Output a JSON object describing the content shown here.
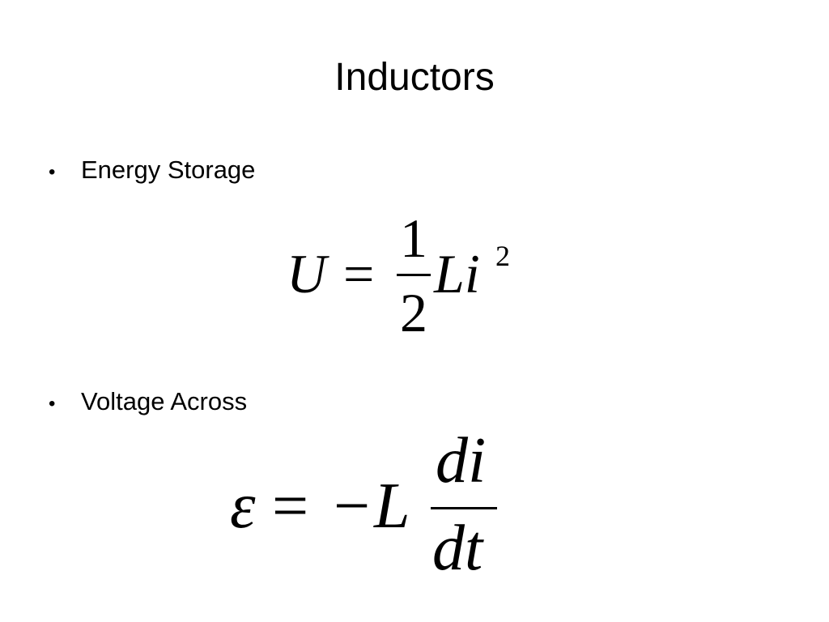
{
  "slide": {
    "title": "Inductors",
    "bullets": [
      {
        "marker": "•",
        "text": "Energy Storage"
      },
      {
        "marker": "•",
        "text": "Voltage Across"
      }
    ],
    "equations": {
      "energy": {
        "lhs": "U",
        "equals": "=",
        "numerator": "1",
        "denominator": "2",
        "term": "Li",
        "exponent": "2"
      },
      "voltage": {
        "lhs": "ε",
        "equals": "=",
        "minus": "−",
        "term": "L",
        "numerator": "di",
        "denominator": "dt"
      }
    }
  }
}
